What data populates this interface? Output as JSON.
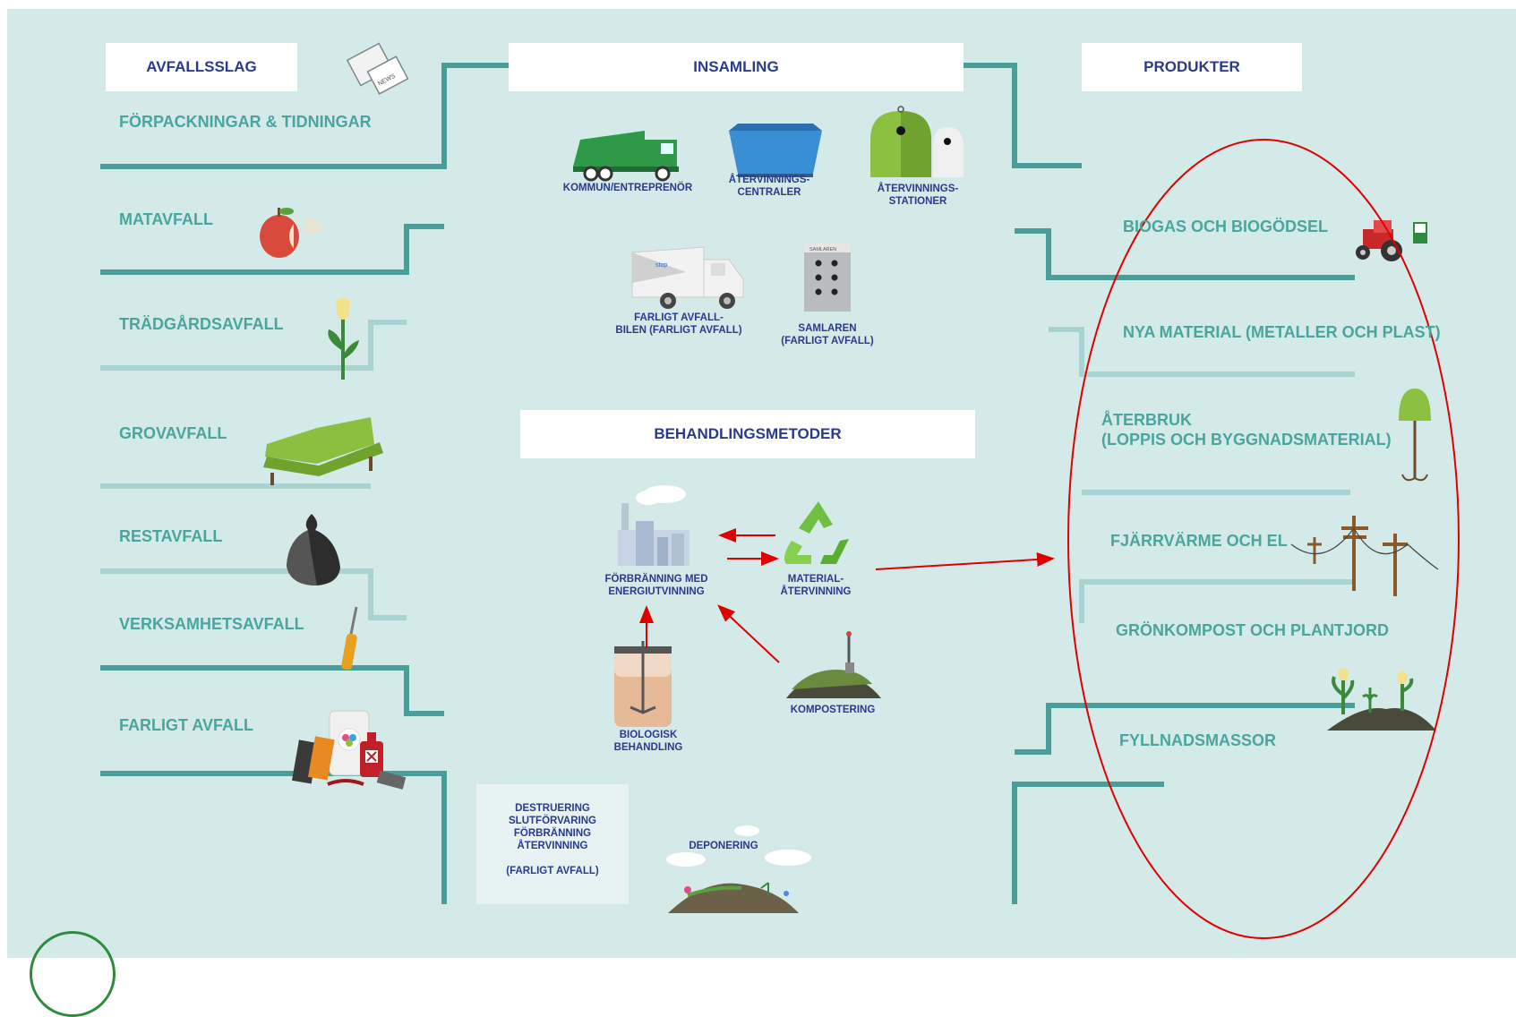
{
  "headers": {
    "waste_types": "AVFALLSSLAG",
    "collection": "INSAMLING",
    "products": "PRODUKTER",
    "treatment": "BEHANDLINGSMETODER"
  },
  "waste_types": [
    "FÖRPACKNINGAR & TIDNINGAR",
    "MATAVFALL",
    "TRÄDGÅRDSAVFALL",
    "GROVAVFALL",
    "RESTAVFALL",
    "VERKSAMHETSAVFALL",
    "FARLIGT AVFALL"
  ],
  "collection": [
    "KOMMUN/ENTREPRENÖR",
    "ÅTERVINNINGS-\nCENTRALER",
    "ÅTERVINNINGS-\nSTATIONER",
    "FARLIGT AVFALL-\nBILEN (FARLIGT AVFALL)",
    "SAMLAREN\n(FARLIGT AVFALL)"
  ],
  "treatment": [
    "FÖRBRÄNNING MED\nENERGIUTVINNING",
    "MATERIAL-\nÅTERVINNING",
    "BIOLOGISK\nBEHANDLING",
    "KOMPOSTERING"
  ],
  "disposal": {
    "box_text": "DESTRUERING\nSLUTFÖRVARING\nFÖRBRÄNNING\nÅTERVINNING\n\n(FARLIGT AVFALL)",
    "landfill": "DEPONERING"
  },
  "icon_text": {
    "newspaper": "NEWS",
    "van_logo": "stop",
    "collector": "SAMLAREN"
  },
  "products": [
    "BIOGAS OCH BIOGÖDSEL",
    "NYA MATERIAL (METALLER OCH PLAST)",
    "ÅTERBRUK\n(LOPPIS OCH BYGGNADSMATERIAL)",
    "FJÄRRVÄRME OCH EL",
    "GRÖNKOMPOST OCH PLANTJORD",
    "FYLLNADSMASSOR"
  ],
  "colors": {
    "background": "#d4eae9",
    "line_dark": "#4a9e9a",
    "line_light": "#a9d3d0",
    "label_teal": "#4aa59f",
    "label_navy": "#2a3a8c",
    "annotation_red": "#e00000"
  },
  "icons": [
    "newspaper-icon",
    "apple-icon",
    "tulip-icon",
    "sofa-icon",
    "trash-bag-icon",
    "screwdriver-icon",
    "hazardous-waste-icon",
    "garbage-truck-icon",
    "container-icon",
    "recycling-station-icon",
    "van-icon",
    "collector-cabinet-icon",
    "factory-icon",
    "recycle-icon",
    "biogas-tank-icon",
    "compost-pile-icon",
    "landfill-icon",
    "tractor-icon",
    "lamp-icon",
    "power-pole-icon",
    "plants-icon"
  ]
}
